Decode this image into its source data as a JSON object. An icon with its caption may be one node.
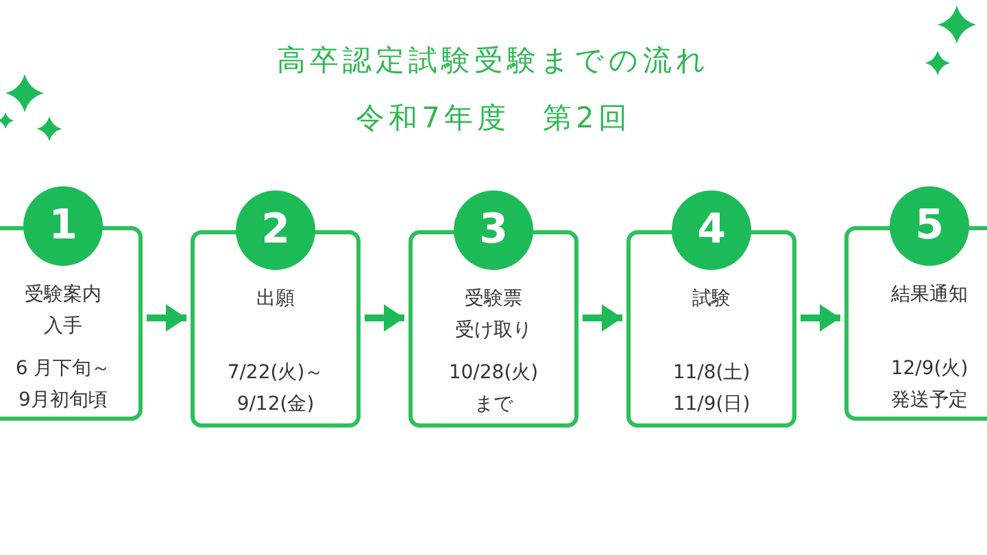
{
  "diagram": {
    "title": "高卒認定試験受験までの流れ",
    "nodes": [
      {
        "text": [
          "1",
          "受験案内入手",
          "6 月下旬～9月初旬頃"
        ]
      },
      {
        "text": [
          "2",
          "出願",
          "7/22(火)～9/12(金)"
        ]
      },
      {
        "text": [
          "3",
          "受験票受け取り",
          "10/28(火)まで"
        ]
      },
      {
        "text": [
          "4",
          "試験",
          "11/8(土)11/9(日)"
        ]
      },
      {
        "text": [
          "5",
          "結果通知",
          "12/9(火)発送予定"
        ]
      }
    ],
    "edges": [
      {
        "from": 0,
        "to": 1,
        "arrow": "to"
      },
      {
        "from": 1,
        "to": 2,
        "arrow": "to"
      },
      {
        "from": 2,
        "to": 3,
        "arrow": "to"
      },
      {
        "from": 3,
        "to": 4,
        "arrow": "to"
      }
    ],
    "labels": [
      "令和7年度　第2回"
    ]
  }
}
